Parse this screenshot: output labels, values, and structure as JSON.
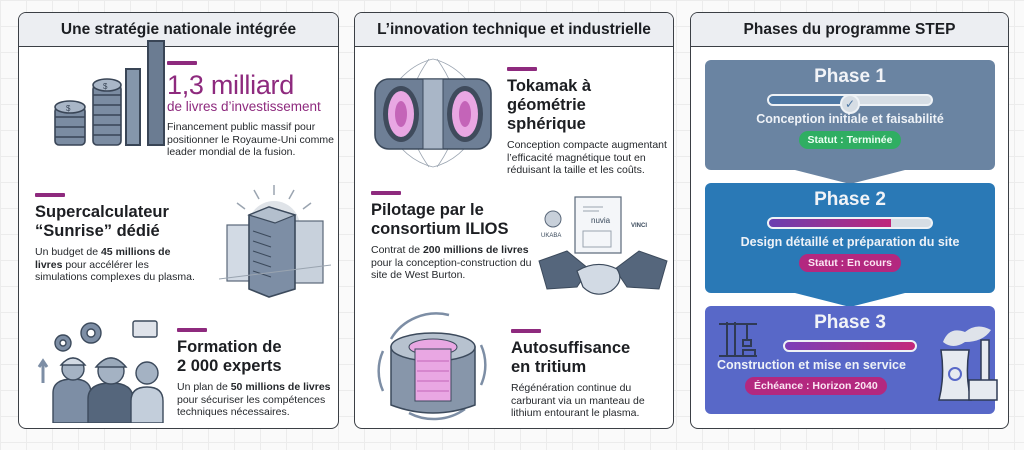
{
  "panels": {
    "strategy": {
      "title": "Une stratégie nationale intégrée",
      "investment": {
        "amount": "1,3 milliard",
        "unit": "de livres d’investissement",
        "description": "Financement public massif pour positionner le Royaume-Uni comme leader mondial de la fusion.",
        "icon": "coins-bar-chart-icon"
      },
      "supercomputer": {
        "title_line1": "Supercalculateur",
        "title_line2": "“Sunrise” dédié",
        "desc_pre": "Un budget de ",
        "desc_bold": "45 millions de livres",
        "desc_post": " pour accélérer les simulations complexes du plasma.",
        "icon": "server-sunrise-icon"
      },
      "training": {
        "title_line1": "Formation de",
        "title_line2": "2 000 experts",
        "desc_pre": "Un plan de ",
        "desc_bold": "50 millions de livres",
        "desc_post": " pour sécuriser les compétences techniques nécessaires.",
        "icon": "engineers-team-icon"
      }
    },
    "innovation": {
      "title": "L’innovation technique et industrielle",
      "tokamak": {
        "title_line1": "Tokamak à",
        "title_line2": "géométrie sphérique",
        "description": "Conception compacte augmentant l’efficacité magnétique tout en réduisant la taille et les coûts.",
        "icon": "tokamak-icon"
      },
      "consortium": {
        "title_line1": "Pilotage par le",
        "title_line2": "consortium ILIOS",
        "desc_pre": "Contrat de ",
        "desc_bold": "200 millions de livres",
        "desc_post": " pour la conception-construction du site de West Burton.",
        "logos": [
          "UKABA",
          "nuvia",
          "VINCI"
        ],
        "icon": "handshake-contract-icon"
      },
      "tritium": {
        "title_line1": "Autosuffisance",
        "title_line2": "en tritium",
        "description": "Régénération continue du carburant via un manteau de lithium entourant le plasma.",
        "icon": "tritium-cycle-icon"
      }
    },
    "phases": {
      "title": "Phases du programme STEP",
      "items": [
        {
          "label": "Phase 1",
          "description": "Conception initiale et faisabilité",
          "status": "Statut : Terminée",
          "progress": 50,
          "bg": "#6a84a2",
          "pill_bg": "#2fae62",
          "fill": "#4e78a4"
        },
        {
          "label": "Phase 2",
          "description": "Design détaillé et préparation du site",
          "status": "Statut : En cours",
          "progress": 75,
          "bg": "#2a79b6",
          "pill_bg": "#b3287f",
          "fill": "linear-gradient(90deg,#6a3fb0,#c0267a)"
        },
        {
          "label": "Phase 3",
          "description": "Construction et mise en service",
          "status": "Échéance : Horizon 2040",
          "progress": 100,
          "bg": "#5868c8",
          "pill_bg": "#b3287f",
          "fill": "linear-gradient(90deg,#7a3fb8,#c3287a)"
        }
      ]
    }
  },
  "colors": {
    "accent": "#8e2a7e",
    "header_bg": "#eceef2",
    "border": "#3b3f45"
  }
}
